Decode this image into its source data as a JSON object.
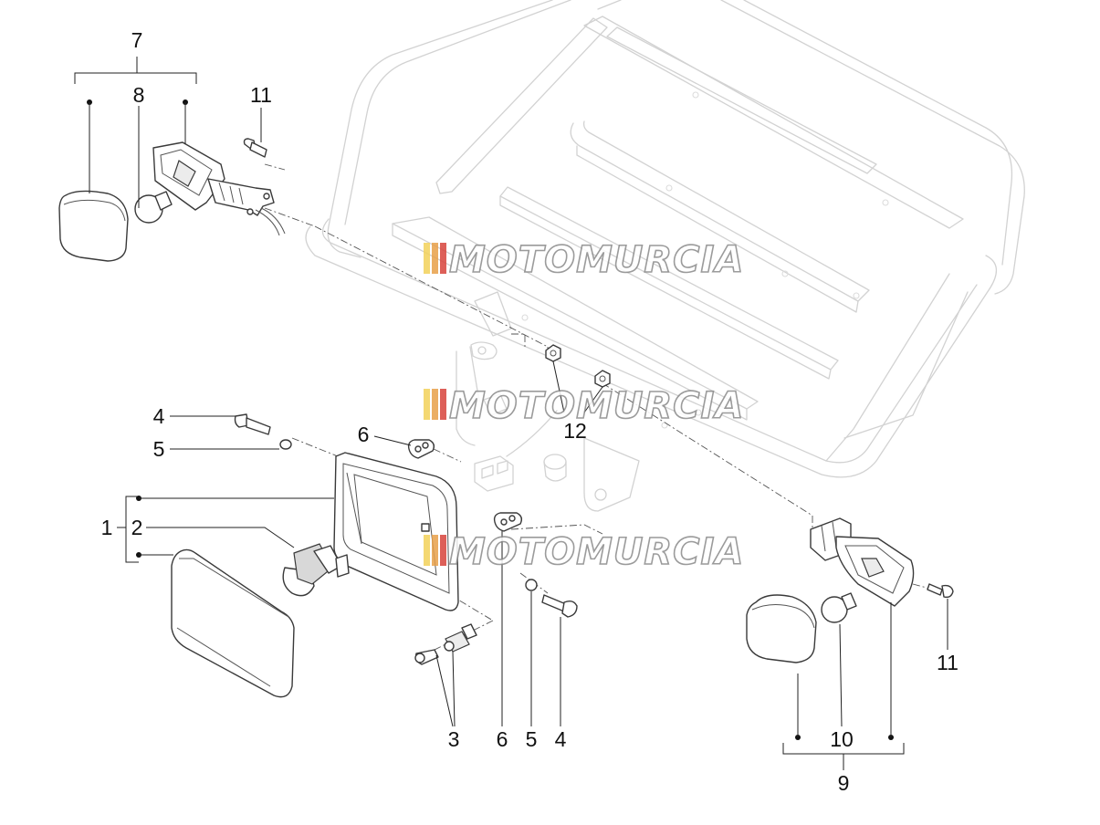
{
  "diagram": {
    "callouts": {
      "c1": "1",
      "c2": "2",
      "c3": "3",
      "c4a": "4",
      "c4b": "4",
      "c5a": "5",
      "c5b": "5",
      "c6a": "6",
      "c6b": "6",
      "c7": "7",
      "c8": "8",
      "c9": "9",
      "c10": "10",
      "c11a": "11",
      "c11b": "11",
      "c12": "12"
    },
    "watermark": "MOTOMURCIA",
    "watermark_colors": [
      "#f3d25a",
      "#e8a04a",
      "#d8443c"
    ]
  }
}
